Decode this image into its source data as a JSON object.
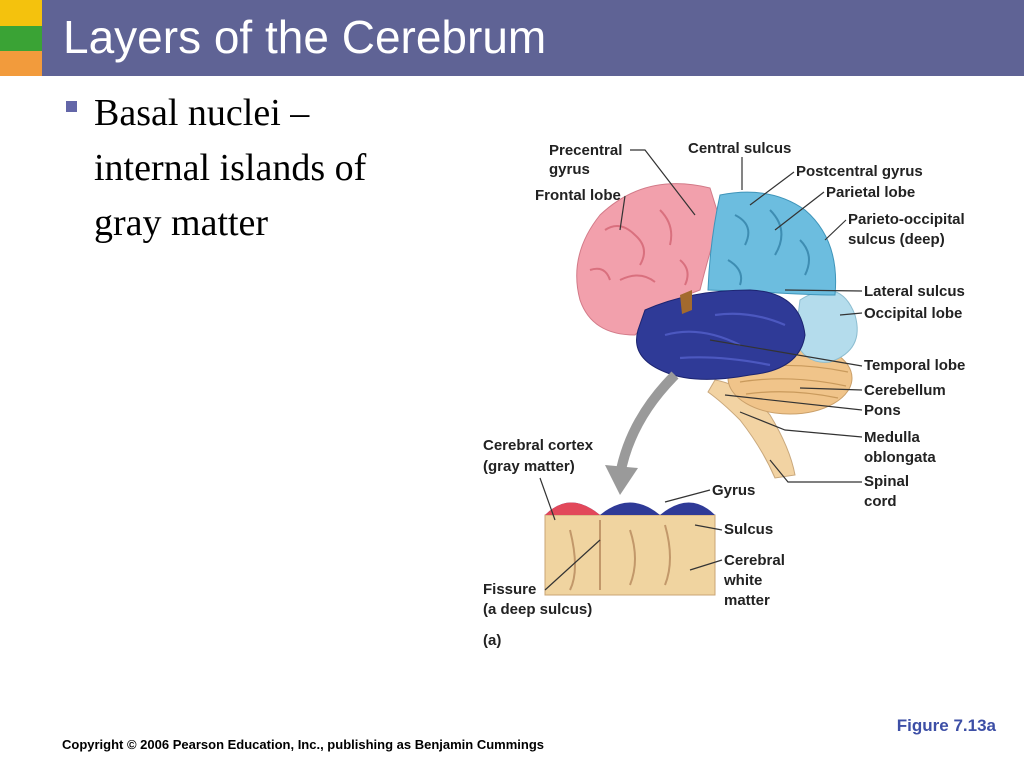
{
  "slide": {
    "title": "Layers of the Cerebrum",
    "bullet_lines": [
      "Basal nuclei –",
      "internal islands of",
      "gray matter"
    ],
    "figure_ref": "Figure 7.13a",
    "copyright": "Copyright © 2006 Pearson Education, Inc., publishing as Benjamin Cummings"
  },
  "diagram": {
    "labels": {
      "precentral_1": "Precentral",
      "precentral_2": "gyrus",
      "central_sulcus": "Central sulcus",
      "postcentral": "Postcentral gyrus",
      "frontal": "Frontal lobe",
      "parietal": "Parietal lobe",
      "parieto_1": "Parieto-occipital",
      "parieto_2": "sulcus (deep)",
      "lateral": "Lateral sulcus",
      "occipital": "Occipital lobe",
      "temporal": "Temporal lobe",
      "cerebellum": "Cerebellum",
      "pons": "Pons",
      "medulla_1": "Medulla",
      "medulla_2": "oblongata",
      "spinal_1": "Spinal",
      "spinal_2": "cord",
      "cortex_1": "Cerebral cortex",
      "cortex_2": "(gray matter)",
      "gyrus": "Gyrus",
      "sulcus": "Sulcus",
      "white_1": "Cerebral",
      "white_2": "white",
      "white_3": "matter",
      "fissure_1": "Fissure",
      "fissure_2": "(a deep sulcus)",
      "panel": "(a)"
    }
  }
}
